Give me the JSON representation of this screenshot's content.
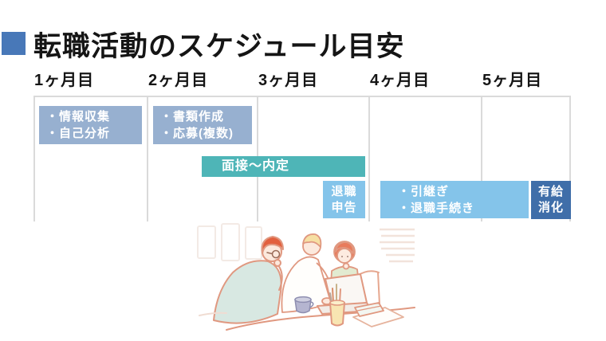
{
  "slide": {
    "title": "転職活動のスケジュール目安"
  },
  "palette": {
    "title_square": "#4878B8",
    "task_planning": "#97B0D0",
    "task_interview": "#4EB5B7",
    "task_notice": "#84C4EA",
    "task_paid_leave": "#3F6EA9",
    "grid_line": "#DADADA",
    "bar_text": "#FFFFFF"
  },
  "timeline": {
    "months": [
      "1ヶ月目",
      "2ヶ月目",
      "3ヶ月目",
      "4ヶ月目",
      "5ヶ月目"
    ],
    "tasks": [
      {
        "id": "research",
        "lines": [
          "・情報収集",
          "・自己分析"
        ],
        "start_month": 1.0,
        "end_month": 2.0,
        "color_key": "task_planning"
      },
      {
        "id": "documents",
        "lines": [
          "・書類作成",
          "・応募(複数)"
        ],
        "start_month": 2.0,
        "end_month": 3.0,
        "color_key": "task_planning"
      },
      {
        "id": "interview",
        "lines": [
          "面接～内定"
        ],
        "start_month": 2.5,
        "end_month": 4.0,
        "color_key": "task_interview"
      },
      {
        "id": "resignation-notice",
        "lines": [
          "退職",
          "申告"
        ],
        "start_month": 3.6,
        "end_month": 4.0,
        "color_key": "task_notice"
      },
      {
        "id": "handover",
        "lines": [
          "・引継ぎ",
          "・退職手続き"
        ],
        "start_month": 4.1,
        "end_month": 5.5,
        "color_key": "task_notice"
      },
      {
        "id": "paid-leave",
        "lines": [
          "有給",
          "消化"
        ],
        "start_month": 5.55,
        "end_month": 6.0,
        "color_key": "task_paid_leave"
      }
    ]
  },
  "illustration": {
    "name": "three-people-reviewing-laptop",
    "description": "3人がノートパソコンを囲んで作業しているイラスト"
  }
}
